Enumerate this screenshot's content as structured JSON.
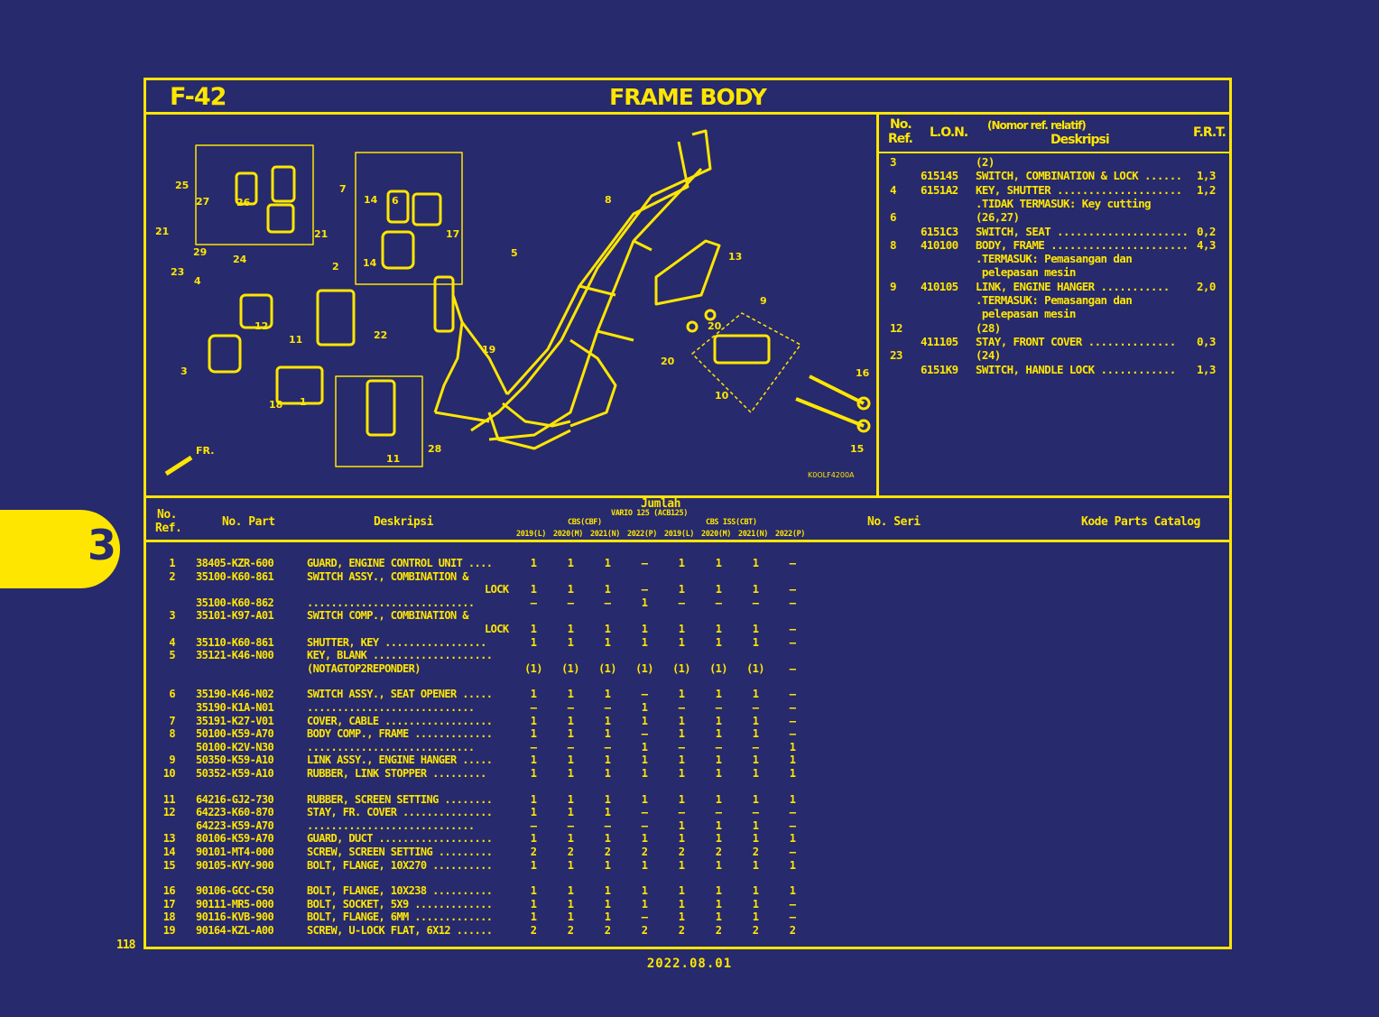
{
  "header": {
    "code": "F-42",
    "title": "FRAME BODY"
  },
  "diagram": {
    "labels": [
      "25",
      "27",
      "26",
      "21",
      "29",
      "24",
      "23",
      "7",
      "21",
      "14",
      "6",
      "17",
      "2",
      "14",
      "5",
      "8",
      "4",
      "12",
      "11",
      "22",
      "19",
      "3",
      "18",
      "1",
      "13",
      "20",
      "9",
      "20",
      "10",
      "16",
      "15",
      "11",
      "28"
    ],
    "fr_label": "FR.",
    "figure_code": "K0OLF4200A"
  },
  "lon": {
    "headers": {
      "ref_line1": "No.",
      "ref_line2": "Ref.",
      "lon": "L.O.N.",
      "desc_line1": "(Nomor ref. relatif)",
      "desc_line2": "Deskripsi",
      "frt": "F.R.T."
    },
    "rows": [
      {
        "ref": "3",
        "lon": "",
        "desc": "(2)",
        "frt": ""
      },
      {
        "ref": "",
        "lon": "615145",
        "desc": "SWITCH, COMBINATION & LOCK ......",
        "frt": "1,3"
      },
      {
        "ref": "4",
        "lon": "6151A2",
        "desc": "KEY, SHUTTER ....................",
        "frt": "1,2"
      },
      {
        "ref": "",
        "lon": "",
        "desc": ".TIDAK TERMASUK: Key cutting",
        "frt": ""
      },
      {
        "ref": "6",
        "lon": "",
        "desc": "(26,27)",
        "frt": ""
      },
      {
        "ref": "",
        "lon": "6151C3",
        "desc": "SWITCH, SEAT .....................",
        "frt": "0,2"
      },
      {
        "ref": "8",
        "lon": "410100",
        "desc": "BODY, FRAME ......................",
        "frt": "4,3"
      },
      {
        "ref": "",
        "lon": "",
        "desc": ".TERMASUK: Pemasangan dan",
        "frt": ""
      },
      {
        "ref": "",
        "lon": "",
        "desc": " pelepasan mesin",
        "frt": ""
      },
      {
        "ref": "9",
        "lon": "410105",
        "desc": "LINK, ENGINE HANGER ...........",
        "frt": "2,0"
      },
      {
        "ref": "",
        "lon": "",
        "desc": ".TERMASUK: Pemasangan dan",
        "frt": ""
      },
      {
        "ref": "",
        "lon": "",
        "desc": " pelepasan mesin",
        "frt": ""
      },
      {
        "ref": "12",
        "lon": "",
        "desc": "(28)",
        "frt": ""
      },
      {
        "ref": "",
        "lon": "411105",
        "desc": "STAY, FRONT COVER ..............",
        "frt": "0,3"
      },
      {
        "ref": "23",
        "lon": "",
        "desc": "(24)",
        "frt": ""
      },
      {
        "ref": "",
        "lon": "6151K9",
        "desc": "SWITCH, HANDLE LOCK ............",
        "frt": "1,3"
      }
    ]
  },
  "table": {
    "headers": {
      "ref_line1": "No.",
      "ref_line2": "Ref.",
      "part": "No. Part",
      "desc": "Deskripsi",
      "jumlah": "Jumlah",
      "model": "VARIO 125 (ACB125)",
      "group1": "CBS(CBF)",
      "group2": "CBS ISS(CBT)",
      "years": [
        "2019(L)",
        "2020(M)",
        "2021(N)",
        "2022(P)",
        "2019(L)",
        "2020(M)",
        "2021(N)",
        "2022(P)"
      ],
      "seri": "No. Seri",
      "kode": "Kode Parts Catalog"
    },
    "rows": [
      {
        "ref": "1",
        "part": "38405-KZR-600",
        "desc": "GUARD, ENGINE CONTROL UNIT ....",
        "q": [
          "1",
          "1",
          "1",
          "–",
          "1",
          "1",
          "1",
          "–"
        ]
      },
      {
        "ref": "2",
        "part": "35100-K60-861",
        "desc": "SWITCH ASSY., COMBINATION &",
        "q": [
          "",
          "",
          "",
          "",
          "",
          "",
          "",
          ""
        ]
      },
      {
        "ref": "",
        "part": "",
        "desc": "LOCK",
        "q": [
          "1",
          "1",
          "1",
          "–",
          "1",
          "1",
          "1",
          "–"
        ]
      },
      {
        "ref": "",
        "part": "35100-K60-862",
        "desc": "............................",
        "q": [
          "–",
          "–",
          "–",
          "1",
          "–",
          "–",
          "–",
          "–"
        ]
      },
      {
        "ref": "3",
        "part": "35101-K97-A01",
        "desc": "SWITCH COMP., COMBINATION &",
        "q": [
          "",
          "",
          "",
          "",
          "",
          "",
          "",
          ""
        ]
      },
      {
        "ref": "",
        "part": "",
        "desc": "LOCK",
        "q": [
          "1",
          "1",
          "1",
          "1",
          "1",
          "1",
          "1",
          "–"
        ]
      },
      {
        "ref": "4",
        "part": "35110-K60-861",
        "desc": "SHUTTER, KEY .................",
        "q": [
          "1",
          "1",
          "1",
          "1",
          "1",
          "1",
          "1",
          "–"
        ]
      },
      {
        "ref": "5",
        "part": "35121-K46-N00",
        "desc": "KEY, BLANK ....................",
        "q": [
          "",
          "",
          "",
          "",
          "",
          "",
          "",
          ""
        ]
      },
      {
        "ref": "",
        "part": "",
        "desc": "(NOTAGTOP2REPONDER)",
        "q": [
          "(1)",
          "(1)",
          "(1)",
          "(1)",
          "(1)",
          "(1)",
          "(1)",
          "–"
        ]
      },
      {
        "ref": "6",
        "part": "35190-K46-N02",
        "desc": "SWITCH ASSY., SEAT OPENER .....",
        "q": [
          "1",
          "1",
          "1",
          "–",
          "1",
          "1",
          "1",
          "–"
        ]
      },
      {
        "ref": "",
        "part": "35190-K1A-N01",
        "desc": "............................",
        "q": [
          "–",
          "–",
          "–",
          "1",
          "–",
          "–",
          "–",
          "–"
        ]
      },
      {
        "ref": "7",
        "part": "35191-K27-V01",
        "desc": "COVER, CABLE ..................",
        "q": [
          "1",
          "1",
          "1",
          "1",
          "1",
          "1",
          "1",
          "–"
        ]
      },
      {
        "ref": "8",
        "part": "50100-K59-A70",
        "desc": "BODY COMP., FRAME .............",
        "q": [
          "1",
          "1",
          "1",
          "–",
          "1",
          "1",
          "1",
          "–"
        ]
      },
      {
        "ref": "",
        "part": "50100-K2V-N30",
        "desc": "............................",
        "q": [
          "–",
          "–",
          "–",
          "1",
          "–",
          "–",
          "–",
          "1"
        ]
      },
      {
        "ref": "9",
        "part": "50350-K59-A10",
        "desc": "LINK ASSY., ENGINE HANGER .....",
        "q": [
          "1",
          "1",
          "1",
          "1",
          "1",
          "1",
          "1",
          "1"
        ]
      },
      {
        "ref": "10",
        "part": "50352-K59-A10",
        "desc": "RUBBER, LINK STOPPER .........",
        "q": [
          "1",
          "1",
          "1",
          "1",
          "1",
          "1",
          "1",
          "1"
        ]
      },
      {
        "ref": "11",
        "part": "64216-GJ2-730",
        "desc": "RUBBER, SCREEN SETTING ........",
        "q": [
          "1",
          "1",
          "1",
          "1",
          "1",
          "1",
          "1",
          "1"
        ]
      },
      {
        "ref": "12",
        "part": "64223-K60-870",
        "desc": "STAY, FR. COVER ...............",
        "q": [
          "1",
          "1",
          "1",
          "–",
          "–",
          "–",
          "–",
          "–"
        ]
      },
      {
        "ref": "",
        "part": "64223-K59-A70",
        "desc": "............................",
        "q": [
          "–",
          "–",
          "–",
          "–",
          "1",
          "1",
          "1",
          "–"
        ]
      },
      {
        "ref": "13",
        "part": "80106-K59-A70",
        "desc": "GUARD, DUCT ...................",
        "q": [
          "1",
          "1",
          "1",
          "1",
          "1",
          "1",
          "1",
          "1"
        ]
      },
      {
        "ref": "14",
        "part": "90101-MT4-000",
        "desc": "SCREW, SCREEN SETTING .........",
        "q": [
          "2",
          "2",
          "2",
          "2",
          "2",
          "2",
          "2",
          "–"
        ]
      },
      {
        "ref": "15",
        "part": "90105-KVY-900",
        "desc": "BOLT, FLANGE, 10X270 ..........",
        "q": [
          "1",
          "1",
          "1",
          "1",
          "1",
          "1",
          "1",
          "1"
        ]
      },
      {
        "ref": "16",
        "part": "90106-GCC-C50",
        "desc": "BOLT, FLANGE, 10X238 ..........",
        "q": [
          "1",
          "1",
          "1",
          "1",
          "1",
          "1",
          "1",
          "1"
        ]
      },
      {
        "ref": "17",
        "part": "90111-MR5-000",
        "desc": "BOLT, SOCKET, 5X9 .............",
        "q": [
          "1",
          "1",
          "1",
          "1",
          "1",
          "1",
          "1",
          "–"
        ]
      },
      {
        "ref": "18",
        "part": "90116-KVB-900",
        "desc": "BOLT, FLANGE, 6MM .............",
        "q": [
          "1",
          "1",
          "1",
          "–",
          "1",
          "1",
          "1",
          "–"
        ]
      },
      {
        "ref": "19",
        "part": "90164-KZL-A00",
        "desc": "SCREW, U-LOCK FLAT, 6X12 ......",
        "q": [
          "2",
          "2",
          "2",
          "2",
          "2",
          "2",
          "2",
          "2"
        ]
      }
    ]
  },
  "side_tab": "3",
  "page_number": "118",
  "footer_date": "2022.08.01",
  "colors": {
    "background": "#272a6c",
    "accent": "#ffe600"
  }
}
